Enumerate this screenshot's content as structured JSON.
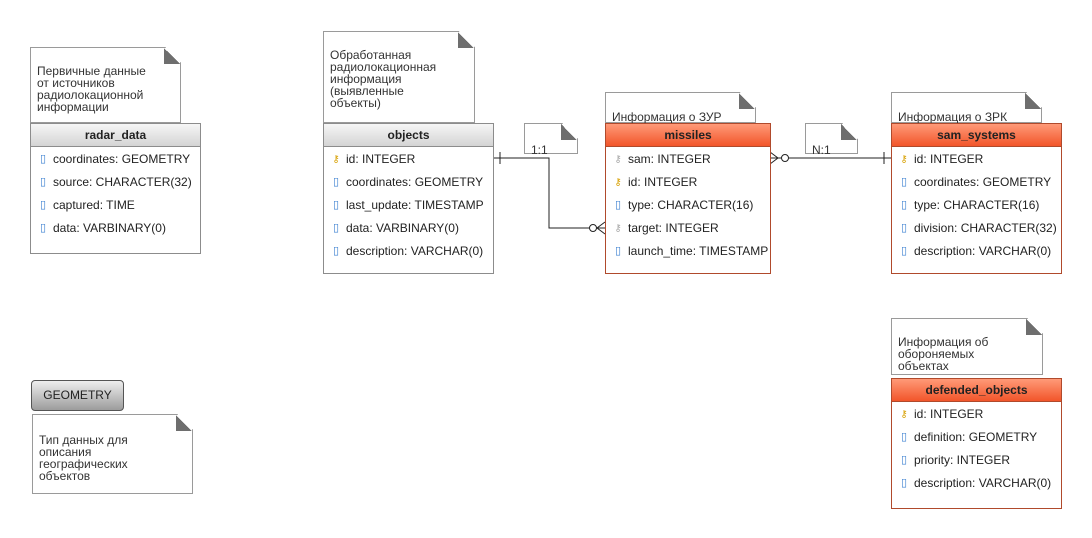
{
  "notes": {
    "radar": "Первичные данные\nот источников\nрадиолокационной\nинформации",
    "objects": "Обработанная\nрадиолокационная\nинформация\n(выявленные\nобъекты)",
    "missiles": "Информация о ЗУР",
    "sam": "Информация о ЗРК",
    "defended": "Информация об\nобороняемых\nобъектах",
    "geometry": "Тип данных для\nописания\nгеографических\nобъектов",
    "rel_objects_missiles": "1:1",
    "rel_missiles_sam": "N:1"
  },
  "entities": {
    "radar_data": {
      "name": "radar_data",
      "attributes": [
        {
          "icon": "column",
          "text": "coordinates: GEOMETRY"
        },
        {
          "icon": "column",
          "text": "source: CHARACTER(32)"
        },
        {
          "icon": "column",
          "text": "captured: TIME"
        },
        {
          "icon": "column",
          "text": "data: VARBINARY(0)"
        }
      ]
    },
    "objects": {
      "name": "objects",
      "attributes": [
        {
          "icon": "primary-key",
          "text": "id: INTEGER"
        },
        {
          "icon": "column",
          "text": "coordinates: GEOMETRY"
        },
        {
          "icon": "column",
          "text": "last_update: TIMESTAMP"
        },
        {
          "icon": "column",
          "text": "data: VARBINARY(0)"
        },
        {
          "icon": "column",
          "text": "description: VARCHAR(0)"
        }
      ]
    },
    "missiles": {
      "name": "missiles",
      "attributes": [
        {
          "icon": "foreign-key",
          "text": "sam: INTEGER"
        },
        {
          "icon": "primary-key",
          "text": "id: INTEGER"
        },
        {
          "icon": "column",
          "text": "type: CHARACTER(16)"
        },
        {
          "icon": "foreign-key",
          "text": "target: INTEGER"
        },
        {
          "icon": "column",
          "text": "launch_time: TIMESTAMP"
        }
      ]
    },
    "sam_systems": {
      "name": "sam_systems",
      "attributes": [
        {
          "icon": "primary-key",
          "text": "id: INTEGER"
        },
        {
          "icon": "column",
          "text": "coordinates: GEOMETRY"
        },
        {
          "icon": "column",
          "text": "type: CHARACTER(16)"
        },
        {
          "icon": "column",
          "text": "division: CHARACTER(32)"
        },
        {
          "icon": "column",
          "text": "description: VARCHAR(0)"
        }
      ]
    },
    "defended_objects": {
      "name": "defended_objects",
      "attributes": [
        {
          "icon": "primary-key",
          "text": "id: INTEGER"
        },
        {
          "icon": "column",
          "text": "definition: GEOMETRY"
        },
        {
          "icon": "column",
          "text": "priority: INTEGER"
        },
        {
          "icon": "column",
          "text": "description: VARCHAR(0)"
        }
      ]
    }
  },
  "types": {
    "geometry": "GEOMETRY"
  },
  "colors": {
    "highlight_header": "#f2552a",
    "normal_header": "#d4d4d4",
    "key_icon": "#d8a000",
    "column_icon": "#3a7fd0"
  }
}
